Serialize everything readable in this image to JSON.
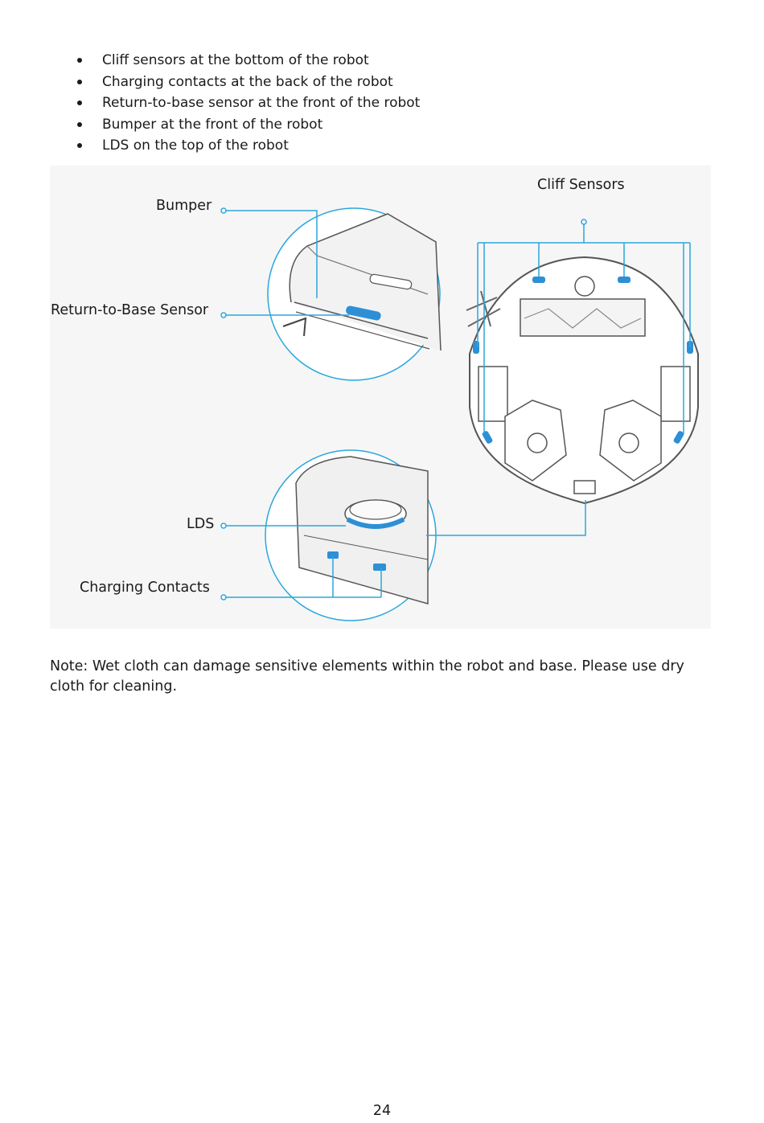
{
  "bullets": [
    "Cliff sensors at the bottom of the robot",
    "Charging contacts at the back of the robot",
    "Return-to-base sensor at the front of the robot",
    "Bumper at the front of the robot",
    "LDS on the top of the robot"
  ],
  "figure": {
    "labels": {
      "bumper": "Bumper",
      "return_to_base": "Return-to-Base Sensor",
      "lds": "LDS",
      "charging_contacts": "Charging Contacts",
      "cliff_sensors": "Cliff Sensors"
    },
    "colors": {
      "callout": "#2aa7dc",
      "sensor": "#2d8fd6",
      "outline": "#555555"
    }
  },
  "note": "Note: Wet cloth can damage sensitive elements within the robot and base. Please use dry cloth for cleaning.",
  "page_number": "24"
}
